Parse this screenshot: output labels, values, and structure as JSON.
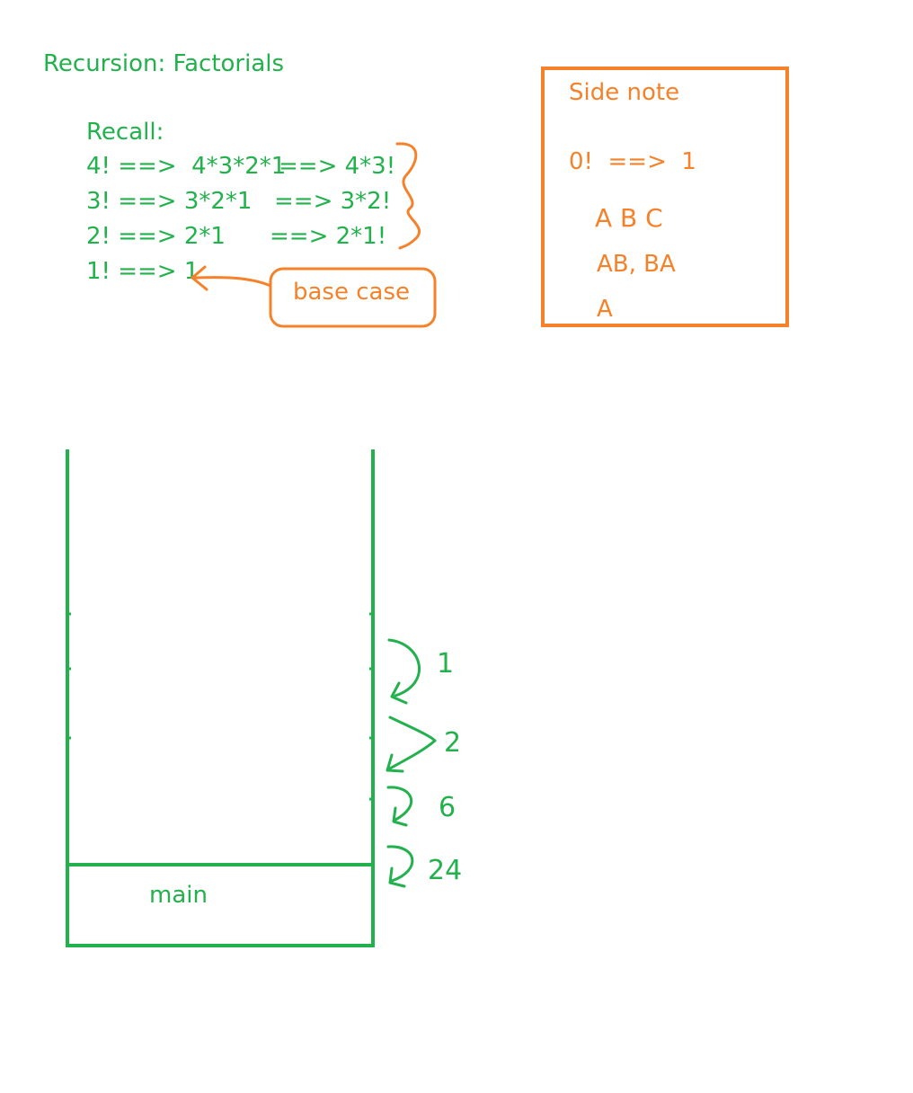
{
  "colors": {
    "green": "#22b14c",
    "orange": "#f5822a",
    "background": "#ffffff"
  },
  "title": "Recursion: Factorials",
  "recall": {
    "heading": "Recall:",
    "lines": [
      {
        "left": "4! ==>  4*3*2*1",
        "right": "==> 4*3!"
      },
      {
        "left": "3! ==> 3*2*1",
        "right": "==> 3*2!"
      },
      {
        "left": "2! ==> 2*1",
        "right": "==> 2*1!"
      },
      {
        "left": "1! ==> 1",
        "right": ""
      }
    ]
  },
  "base_case_label": "base case",
  "side_note": {
    "heading": "Side note",
    "zero_factorial": "0!  ==>  1",
    "handwritten": [
      "A B C",
      "AB,  BA",
      "A"
    ]
  },
  "stack": {
    "bottom_frame_label": "main",
    "return_values": [
      "1",
      "2",
      "6",
      "24"
    ]
  }
}
